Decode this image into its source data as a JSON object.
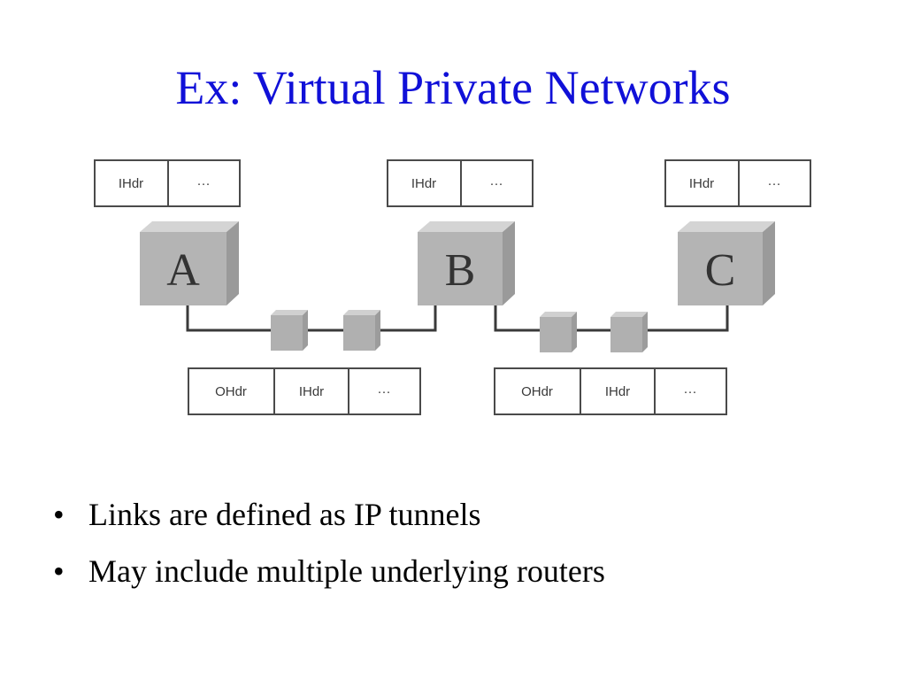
{
  "title": "Ex: Virtual Private Networks",
  "nodes": [
    {
      "label": "A"
    },
    {
      "label": "B"
    },
    {
      "label": "C"
    }
  ],
  "inner_packets": [
    {
      "cells": [
        "IHdr",
        "···"
      ]
    },
    {
      "cells": [
        "IHdr",
        "···"
      ]
    },
    {
      "cells": [
        "IHdr",
        "···"
      ]
    }
  ],
  "tunnel_packets": [
    {
      "cells": [
        "OHdr",
        "IHdr",
        "···"
      ]
    },
    {
      "cells": [
        "OHdr",
        "IHdr",
        "···"
      ]
    }
  ],
  "bullets": [
    {
      "bullet": "•",
      "text": "Links are defined as IP tunnels"
    },
    {
      "bullet": "•",
      "text": "May include multiple underlying routers"
    }
  ],
  "colors": {
    "title": "#1010d8",
    "node_front": "#b4b4b4",
    "node_top": "#d4d4d4",
    "node_side": "#9a9a9a",
    "router_front": "#b0b0b0"
  }
}
